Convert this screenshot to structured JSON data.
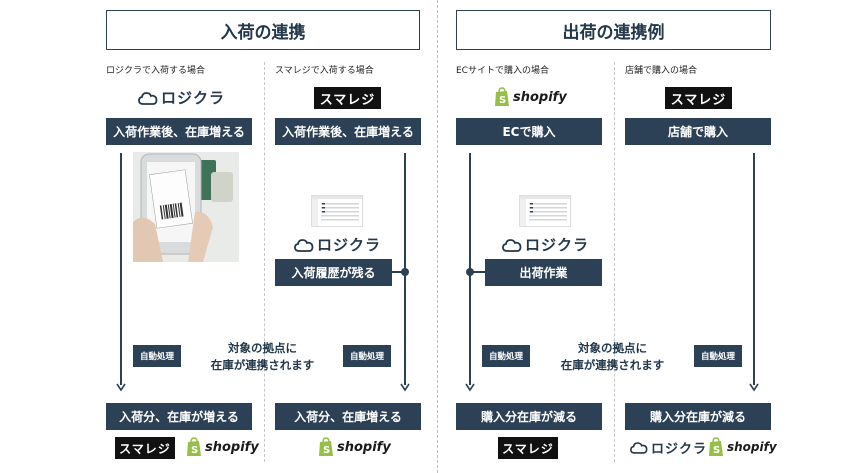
{
  "sections": {
    "inbound": {
      "title": "入荷の連携"
    },
    "outbound": {
      "title": "出荷の連携例"
    }
  },
  "columns": {
    "c1": {
      "subtitle": "ロジクラで入荷する場合",
      "top_box": "入荷作業後、在庫増える",
      "bottom_box": "入荷分、在庫が増える"
    },
    "c2": {
      "subtitle": "スマレジで入荷する場合",
      "top_box": "入荷作業後、在庫増える",
      "middle_box": "入荷履歴が残る",
      "bottom_box": "入荷分、在庫増える"
    },
    "c3": {
      "subtitle": "ECサイトで購入の場合",
      "top_box": "ECで購入",
      "middle_box": "出荷作業",
      "bottom_box": "購入分在庫が減る"
    },
    "c4": {
      "subtitle": "店舗で購入の場合",
      "top_box": "店舗で購入",
      "bottom_box": "購入分在庫が減る"
    }
  },
  "auto_label": "自動処理",
  "center_text": {
    "line1": "対象の拠点に",
    "line2": "在庫が連携されます"
  },
  "logos": {
    "logikura": "ロジクラ",
    "smaregi": "スマレジ",
    "shopify": "shopify"
  },
  "colors": {
    "navy": "#2d4156",
    "shopify_green": "#95bf47",
    "black": "#111111"
  }
}
